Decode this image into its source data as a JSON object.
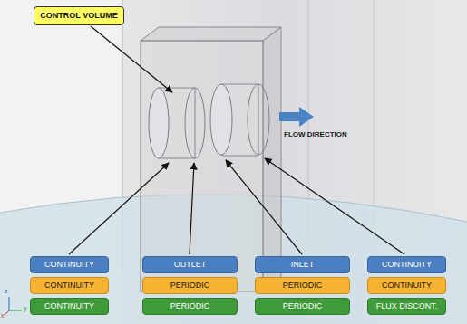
{
  "diagram": {
    "nodes": [
      {
        "text": [
          "CONTROL VOLUME"
        ]
      },
      {
        "text": [
          "CONTINUITY"
        ]
      },
      {
        "text": [
          "OUTLET"
        ]
      },
      {
        "text": [
          "INLET"
        ]
      },
      {
        "text": [
          "CONTINUITY"
        ]
      },
      {
        "text": [
          "CONTINUITY"
        ]
      },
      {
        "text": [
          "PERIODIC"
        ]
      },
      {
        "text": [
          "PERIODIC"
        ]
      },
      {
        "text": [
          "CONTINUITY"
        ]
      },
      {
        "text": [
          "CONTINUITY"
        ]
      },
      {
        "text": [
          "PERIODIC"
        ]
      },
      {
        "text": [
          "PERIODIC"
        ]
      },
      {
        "text": [
          "FLUX DISCONT."
        ]
      }
    ],
    "labels": [
      "FLOW DIRECTION",
      "z",
      "y",
      "x"
    ]
  }
}
